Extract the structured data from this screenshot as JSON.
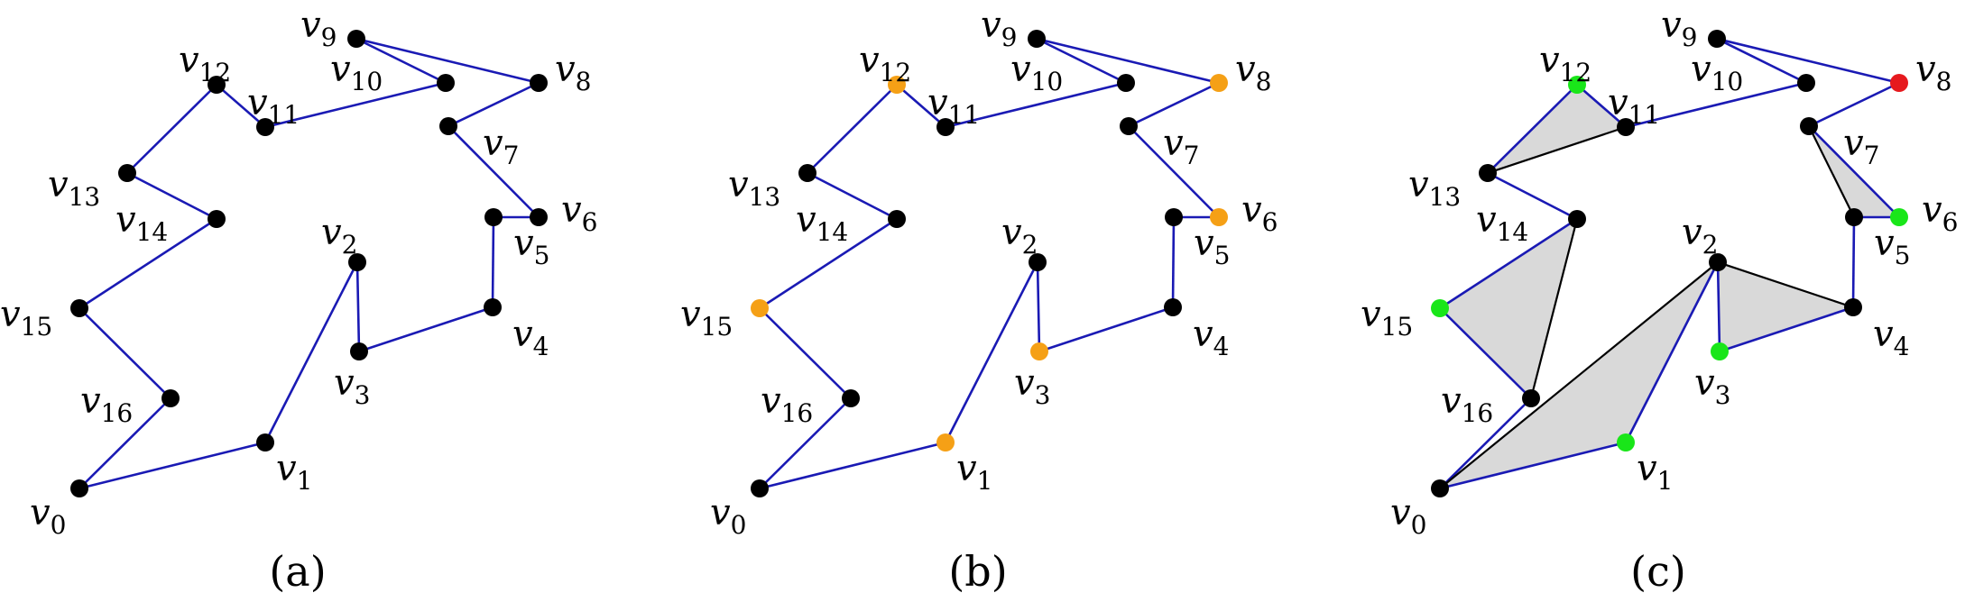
{
  "vertex_label_prefix": "v",
  "colors": {
    "polygon_edge": "#1a1ab4",
    "diagonal": "#000000",
    "triangle_fill": "#d9d9d9",
    "vertex_default": "#000000",
    "vertex_orange": "#f5a016",
    "vertex_green": "#19e619",
    "vertex_red": "#e6191e"
  },
  "panels": [
    {
      "caption": "(a)",
      "vertices": [
        {
          "id": "0",
          "color": "vertex_default"
        },
        {
          "id": "1",
          "color": "vertex_default"
        },
        {
          "id": "2",
          "color": "vertex_default"
        },
        {
          "id": "3",
          "color": "vertex_default"
        },
        {
          "id": "4",
          "color": "vertex_default"
        },
        {
          "id": "5",
          "color": "vertex_default"
        },
        {
          "id": "6",
          "color": "vertex_default"
        },
        {
          "id": "7",
          "color": "vertex_default"
        },
        {
          "id": "8",
          "color": "vertex_default"
        },
        {
          "id": "9",
          "color": "vertex_default"
        },
        {
          "id": "10",
          "color": "vertex_default"
        },
        {
          "id": "11",
          "color": "vertex_default"
        },
        {
          "id": "12",
          "color": "vertex_default"
        },
        {
          "id": "13",
          "color": "vertex_default"
        },
        {
          "id": "14",
          "color": "vertex_default"
        },
        {
          "id": "15",
          "color": "vertex_default"
        },
        {
          "id": "16",
          "color": "vertex_default"
        }
      ],
      "triangles": [],
      "diagonals": []
    },
    {
      "caption": "(b)",
      "vertices": [
        {
          "id": "0",
          "color": "vertex_default"
        },
        {
          "id": "1",
          "color": "vertex_orange"
        },
        {
          "id": "2",
          "color": "vertex_default"
        },
        {
          "id": "3",
          "color": "vertex_orange"
        },
        {
          "id": "4",
          "color": "vertex_default"
        },
        {
          "id": "5",
          "color": "vertex_default"
        },
        {
          "id": "6",
          "color": "vertex_orange"
        },
        {
          "id": "7",
          "color": "vertex_default"
        },
        {
          "id": "8",
          "color": "vertex_orange"
        },
        {
          "id": "9",
          "color": "vertex_default"
        },
        {
          "id": "10",
          "color": "vertex_default"
        },
        {
          "id": "11",
          "color": "vertex_default"
        },
        {
          "id": "12",
          "color": "vertex_orange"
        },
        {
          "id": "13",
          "color": "vertex_default"
        },
        {
          "id": "14",
          "color": "vertex_default"
        },
        {
          "id": "15",
          "color": "vertex_orange"
        },
        {
          "id": "16",
          "color": "vertex_default"
        }
      ],
      "triangles": [],
      "diagonals": []
    },
    {
      "caption": "(c)",
      "vertices": [
        {
          "id": "0",
          "color": "vertex_default"
        },
        {
          "id": "1",
          "color": "vertex_green"
        },
        {
          "id": "2",
          "color": "vertex_default"
        },
        {
          "id": "3",
          "color": "vertex_green"
        },
        {
          "id": "4",
          "color": "vertex_default"
        },
        {
          "id": "5",
          "color": "vertex_default"
        },
        {
          "id": "6",
          "color": "vertex_green"
        },
        {
          "id": "7",
          "color": "vertex_default"
        },
        {
          "id": "8",
          "color": "vertex_red"
        },
        {
          "id": "9",
          "color": "vertex_default"
        },
        {
          "id": "10",
          "color": "vertex_default"
        },
        {
          "id": "11",
          "color": "vertex_default"
        },
        {
          "id": "12",
          "color": "vertex_green"
        },
        {
          "id": "13",
          "color": "vertex_default"
        },
        {
          "id": "14",
          "color": "vertex_default"
        },
        {
          "id": "15",
          "color": "vertex_green"
        },
        {
          "id": "16",
          "color": "vertex_default"
        }
      ],
      "triangles": [
        [
          0,
          1,
          2
        ],
        [
          2,
          3,
          4
        ],
        [
          5,
          6,
          7
        ],
        [
          11,
          12,
          13
        ],
        [
          14,
          15,
          16
        ]
      ],
      "diagonals": [
        [
          0,
          2
        ],
        [
          2,
          4
        ],
        [
          5,
          7
        ],
        [
          11,
          13
        ],
        [
          14,
          16
        ]
      ]
    }
  ]
}
